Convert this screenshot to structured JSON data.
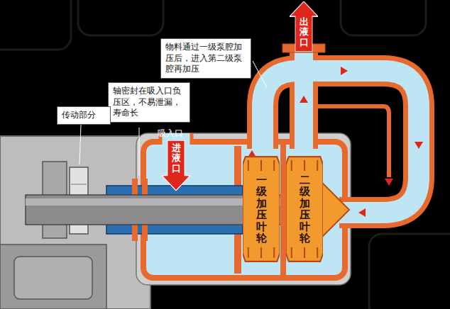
{
  "diagram": {
    "nodes": [
      {
        "text": [
          "出液口"
        ]
      },
      {
        "text": [
          "物料通过一级泵腔加压后，进入第二级泵腔再加压"
        ]
      },
      {
        "text": [
          "轴密封在吸入口负压区，不易泄漏，寿命长"
        ]
      },
      {
        "text": [
          "传动部分"
        ]
      },
      {
        "text": [
          "进液口"
        ]
      },
      {
        "text": [
          "一级加压叶轮"
        ]
      },
      {
        "text": [
          "二级加压叶轮"
        ]
      }
    ],
    "labels": [
      "吸入口"
    ]
  }
}
